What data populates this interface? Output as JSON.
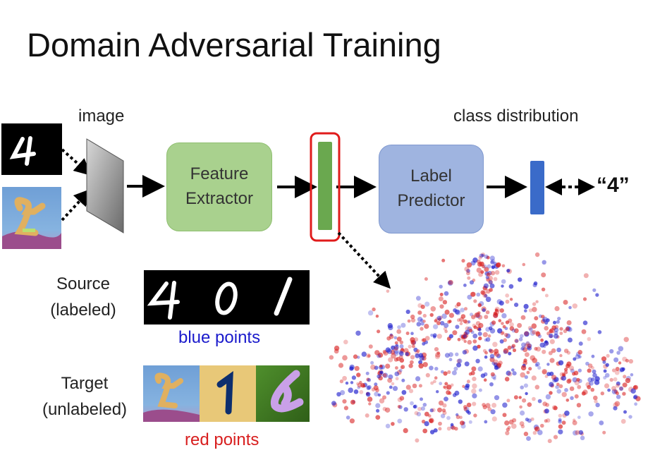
{
  "slide": {
    "title": "Domain Adversarial Training"
  },
  "diagram": {
    "image_label": "image",
    "class_distribution_label": "class distribution",
    "feature_extractor": [
      "Feature",
      "Extractor"
    ],
    "label_predictor": [
      "Label",
      "Predictor"
    ],
    "output_label": "“4”",
    "input_digit": "4"
  },
  "legend": {
    "source_lines": [
      "Source",
      "(labeled)"
    ],
    "target_lines": [
      "Target",
      "(unlabeled)"
    ],
    "source_digits": [
      "4",
      "0",
      "1"
    ],
    "target_digits": [
      "1"
    ],
    "blue_caption": "blue points",
    "red_caption": "red points"
  },
  "colors": {
    "feature_box": "#a9d18e",
    "label_box": "#9fb4e0",
    "feature_vector": "#6aa84f",
    "class_vector": "#3a6bc9",
    "highlight": "#e01b1b",
    "blue_points": "#1a1acc",
    "red_points": "#d81e1e"
  }
}
